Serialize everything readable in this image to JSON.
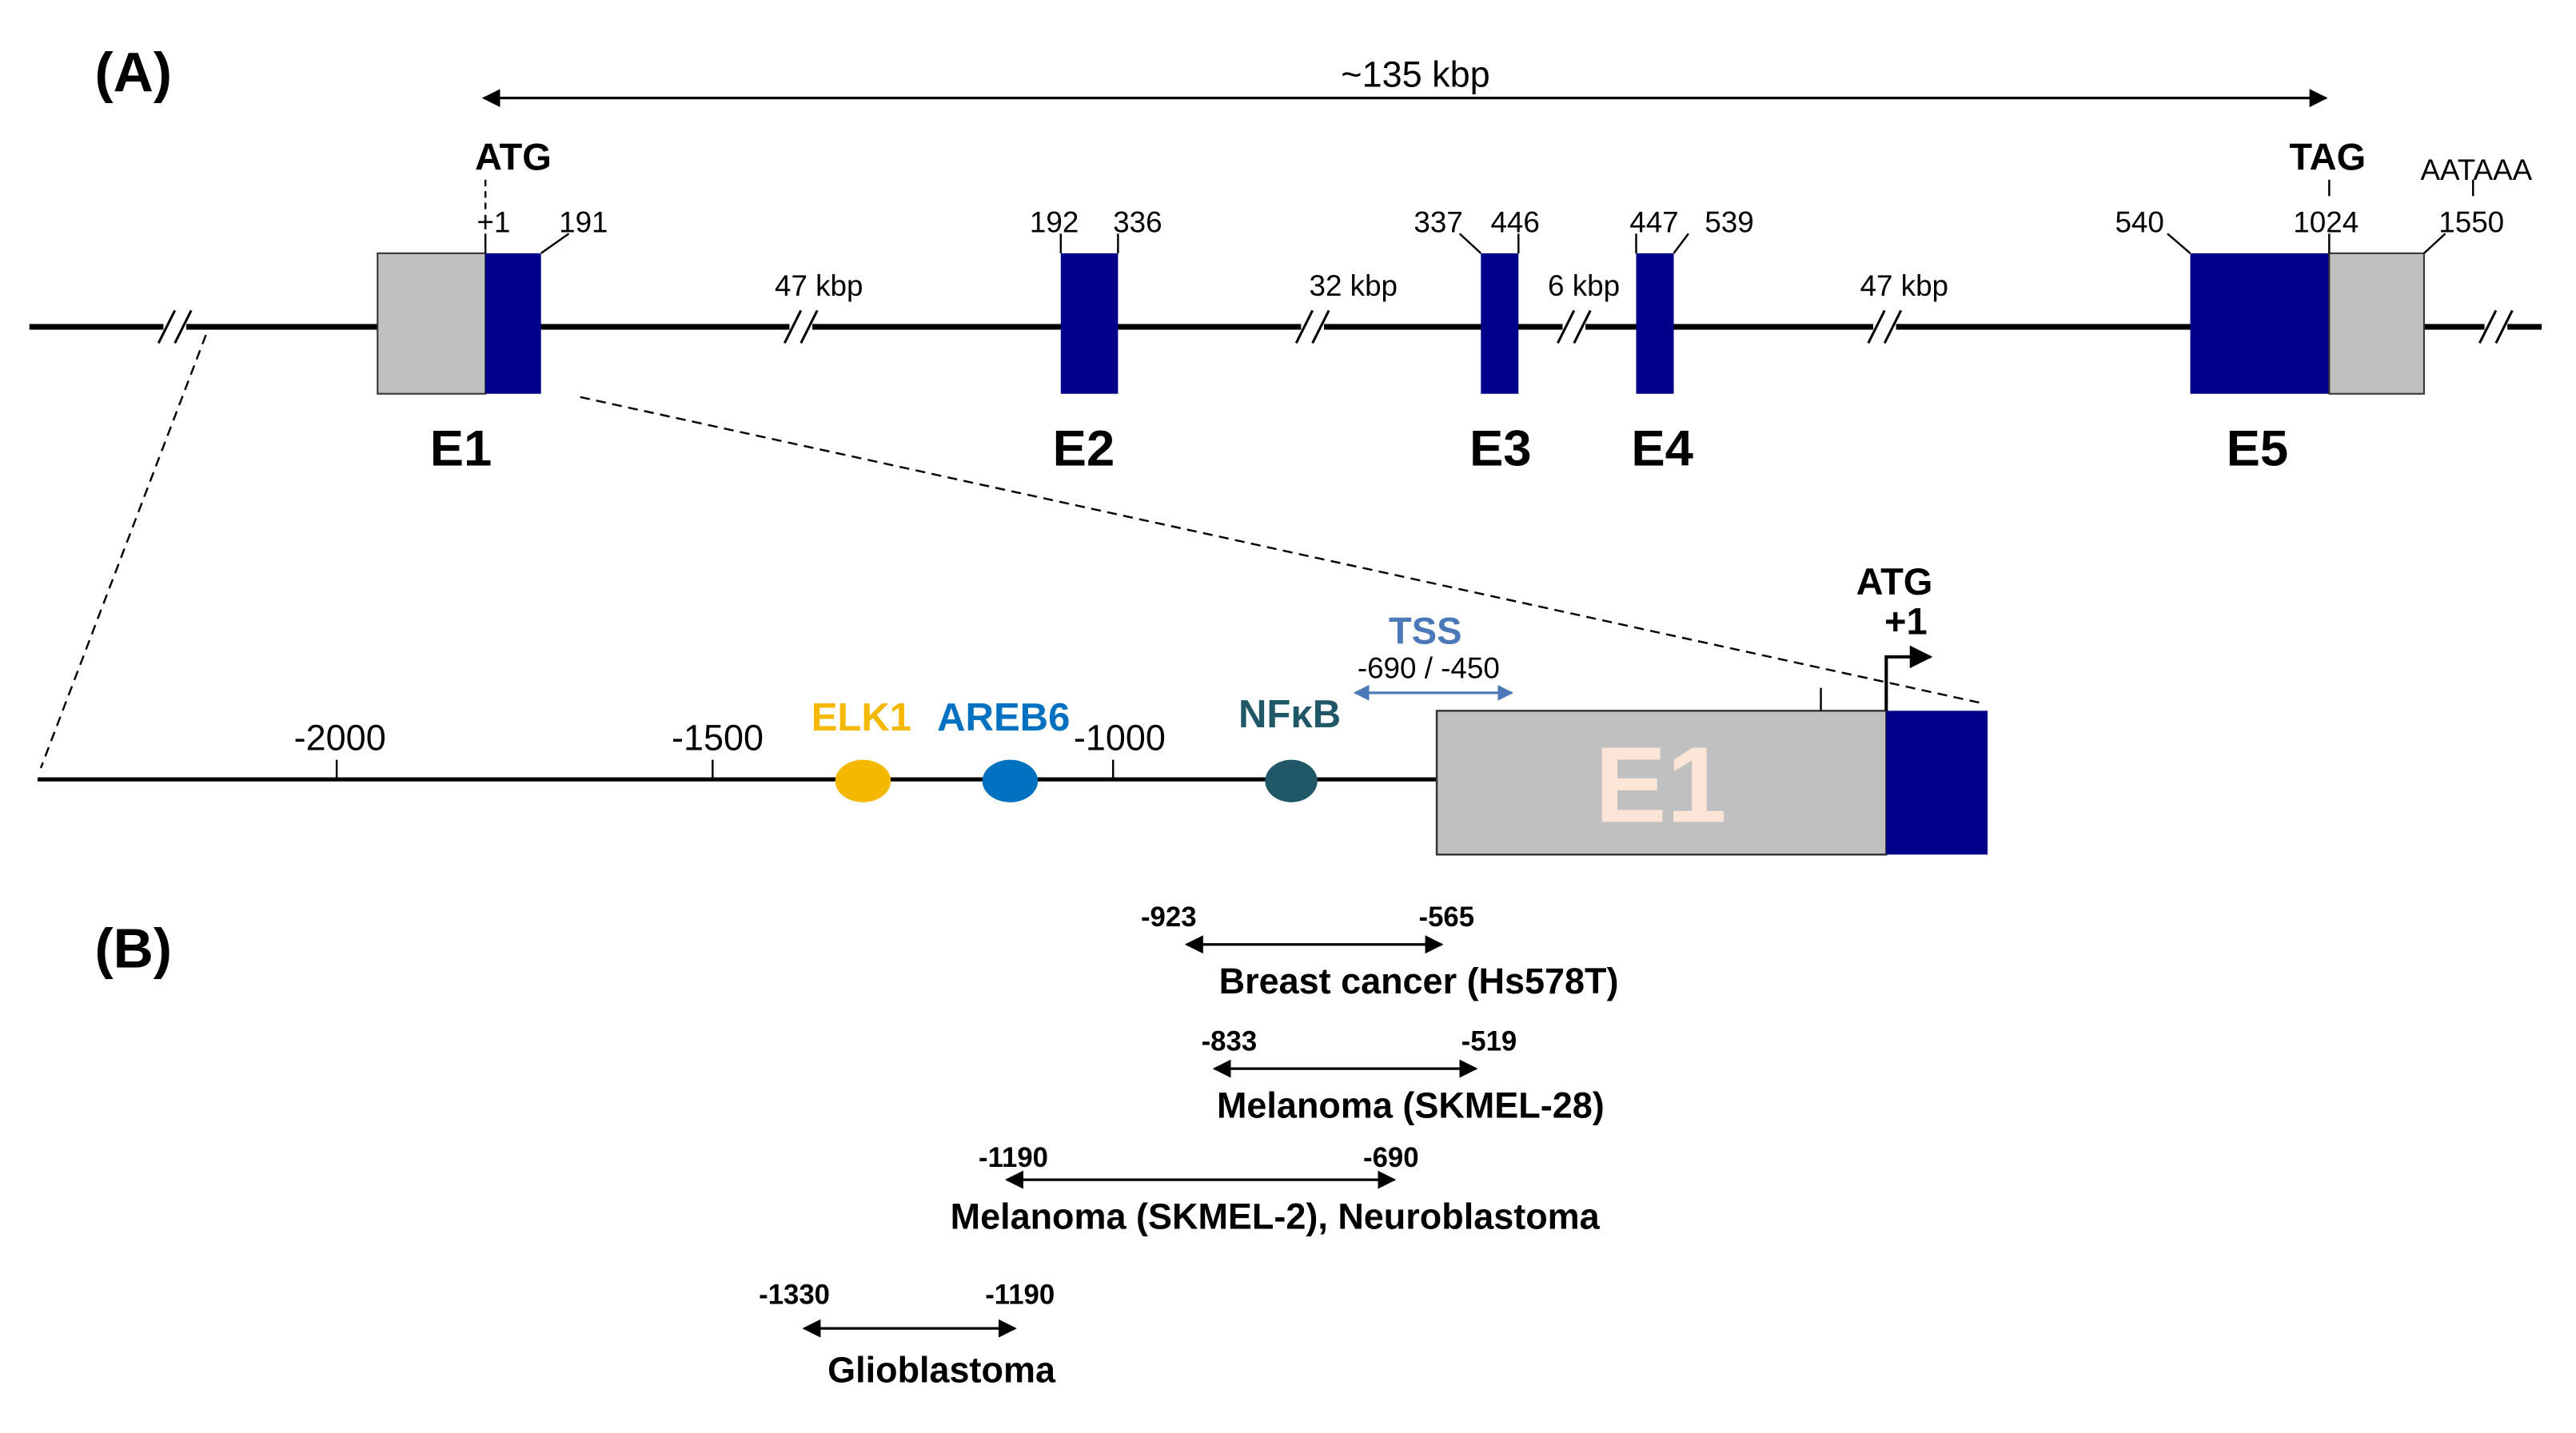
{
  "panel_a": {
    "label": "(A)",
    "span_label": "~135 kbp",
    "start_codon": "ATG",
    "stop_codon": "TAG",
    "polya_signal": "AATAAA",
    "positions": {
      "p1": "+1",
      "p191": "191",
      "p192": "192",
      "p336": "336",
      "p337": "337",
      "p446": "446",
      "p447": "447",
      "p539": "539",
      "p540": "540",
      "p1024": "1024",
      "p1550": "1550"
    },
    "introns": [
      "47 kbp",
      "32 kbp",
      "6 kbp",
      "47 kbp"
    ],
    "exons": [
      "E1",
      "E2",
      "E3",
      "E4",
      "E5"
    ]
  },
  "promoter": {
    "ticks": [
      "-2000",
      "-1500",
      "-1000"
    ],
    "factors": {
      "elk1": "ELK1",
      "areb6": "AREB6",
      "nfkb": "NFκB"
    },
    "tss_label": "TSS",
    "tss_range": "-690 / -450",
    "atg_label": "ATG",
    "atg_position": "+1",
    "exon_label": "E1"
  },
  "panel_b": {
    "label": "(B)",
    "ranges": [
      {
        "start": "-923",
        "end": "-565",
        "label": "Breast cancer (Hs578T)"
      },
      {
        "start": "-833",
        "end": "-519",
        "label": "Melanoma (SKMEL-28)"
      },
      {
        "start": "-1190",
        "end": "-690",
        "label": "Melanoma (SKMEL-2), Neuroblastoma"
      },
      {
        "start": "-1330",
        "end": "-1190",
        "label": "Glioblastoma"
      }
    ]
  },
  "colors": {
    "exon_coding": "#00008B",
    "utr_gray": "#C0C0C0",
    "elk1": "#F5B800",
    "areb6": "#0070C0",
    "nfkb": "#215868",
    "tss": "#4A78B8",
    "e1_text": "#FBE5D6"
  }
}
